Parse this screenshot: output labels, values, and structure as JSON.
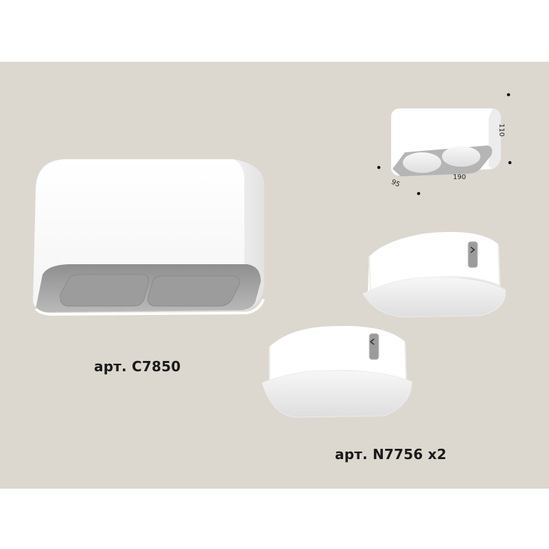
{
  "main_product": {
    "label": "арт. C7850"
  },
  "lens_product": {
    "label": "арт. N7756  x2"
  },
  "dimensions": {
    "width": "190",
    "depth": "95",
    "height": "110"
  },
  "colors": {
    "background": "#dcd8d0",
    "housing": "#ffffff",
    "inner": "#a9a9a9"
  }
}
